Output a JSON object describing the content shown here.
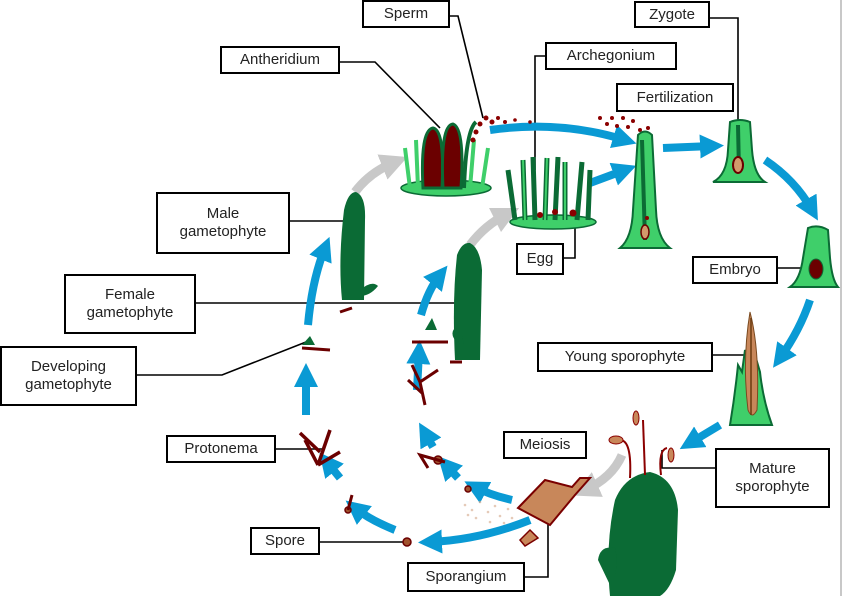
{
  "diagram": {
    "title": "Moss life cycle",
    "labels": {
      "sperm": "Sperm",
      "antheridium": "Antheridium",
      "archegonium": "Archegonium",
      "zygote": "Zygote",
      "fertilization": "Fertilization",
      "male_gametophyte": "Male\ngametophyte",
      "female_gametophyte": "Female\ngametophyte",
      "egg": "Egg",
      "embryo": "Embryo",
      "developing_gametophyte": "Developing\ngametophyte",
      "young_sporophyte": "Young sporophyte",
      "protonema": "Protonema",
      "meiosis": "Meiosis",
      "mature_sporophyte": "Mature\nsporophyte",
      "spore": "Spore",
      "sporangium": "Sporangium"
    },
    "colors": {
      "arrow": "#0a9ad4",
      "gray_arrow": "#c8c8c8",
      "leaf_dark": "#0b6b35",
      "leaf_light": "#3fcf6a",
      "reproductive": "#6b0000",
      "spore_brown": "#c8875a",
      "outline": "#000000"
    }
  }
}
